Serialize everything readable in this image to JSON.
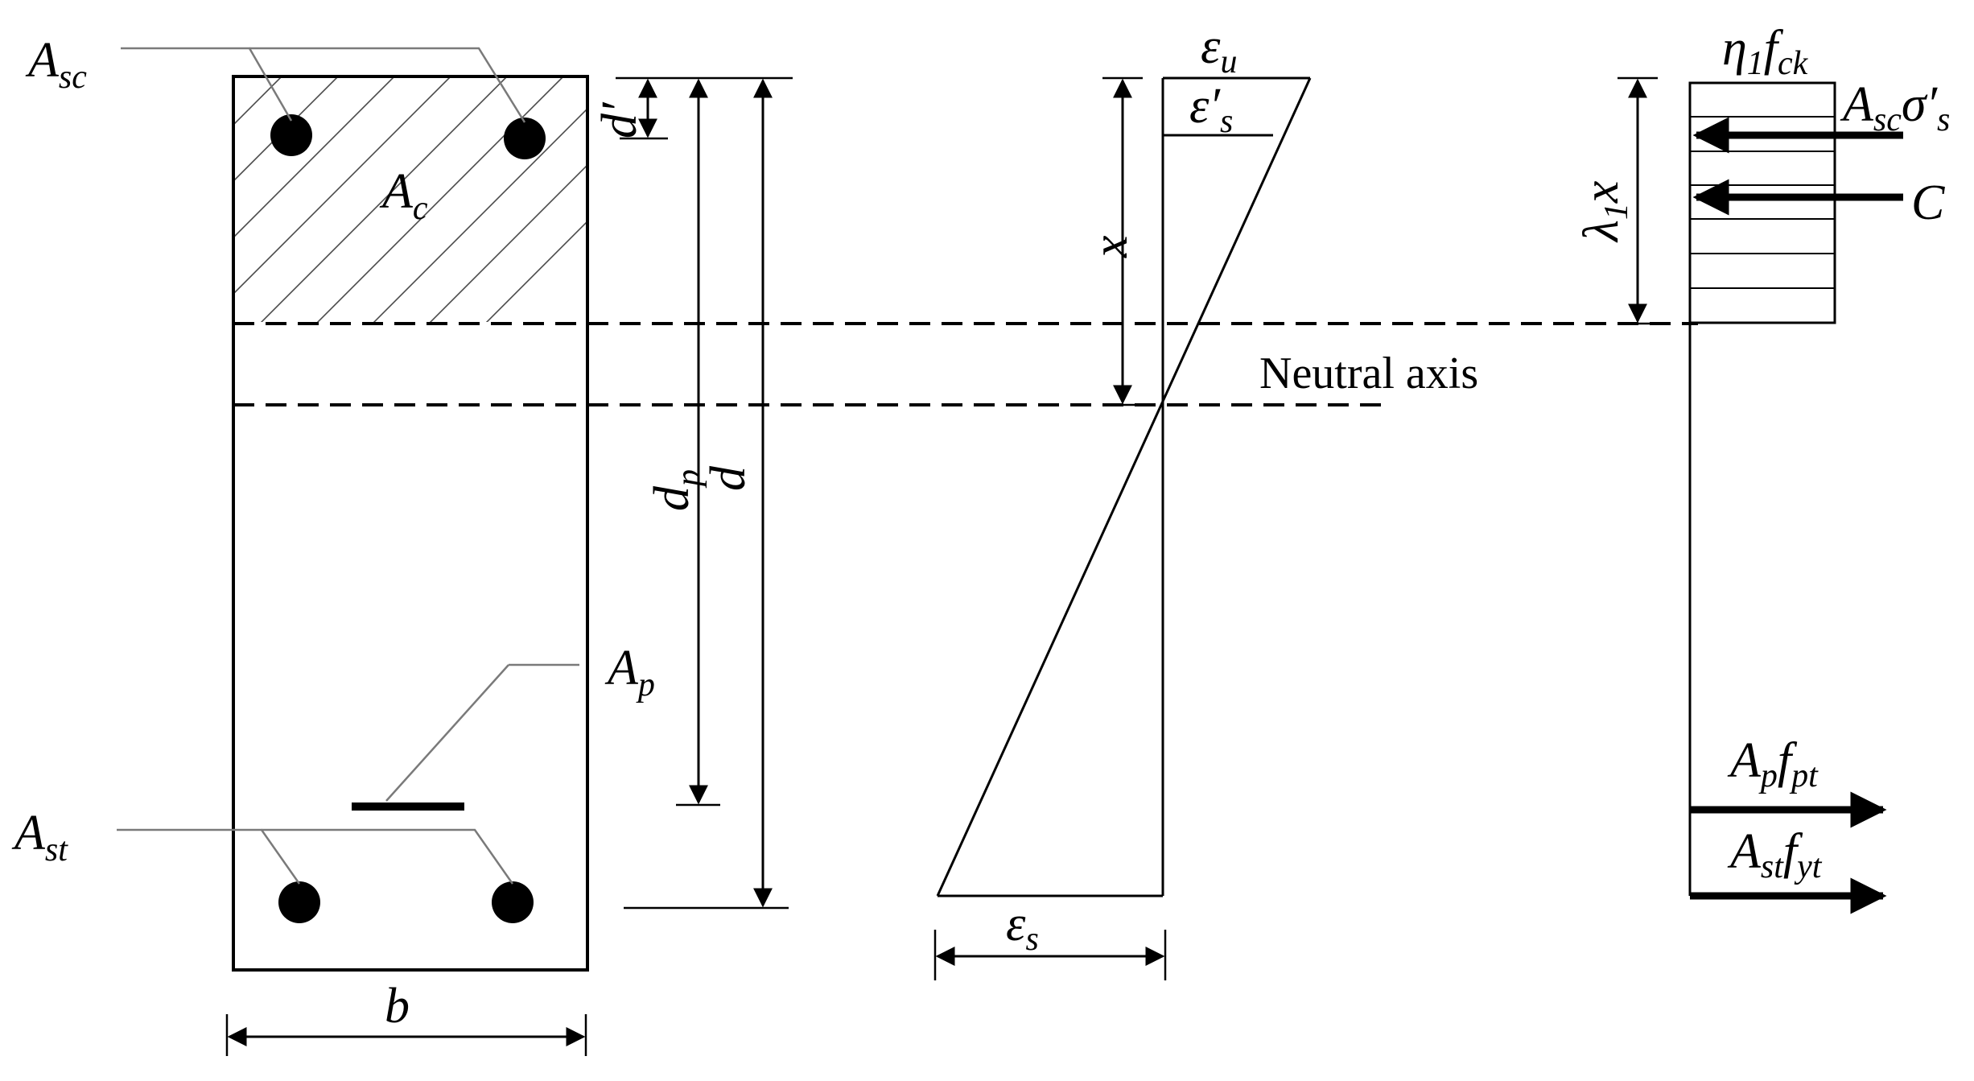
{
  "labels": {
    "asc": {
      "main": "A",
      "sub": "sc"
    },
    "ac": {
      "main": "A",
      "sub": "c"
    },
    "ap": {
      "main": "A",
      "sub": "p"
    },
    "ast": {
      "main": "A",
      "sub": "st"
    },
    "b": "b",
    "d_prime": "d′",
    "dp": {
      "main": "d",
      "sub": "p"
    },
    "d": "d",
    "x": "x",
    "eps_u": {
      "main": "ε",
      "sub": "u"
    },
    "eps_s_prime": {
      "main": "ε′",
      "sub": "s"
    },
    "eps_s": {
      "main": "ε",
      "sub": "s"
    },
    "neutral_axis": "Neutral axis",
    "eta_fck": {
      "main": "η",
      "sub1": "1",
      "main2": "f",
      "sub2": "ck"
    },
    "lambda_x": {
      "main": "λ",
      "sub": "1",
      "main2": "x"
    },
    "asc_sigma": {
      "main": "A",
      "sub": "sc",
      "main2": "σ′",
      "sub2": "s"
    },
    "c": "C",
    "ap_fpt": {
      "main": "A",
      "sub": "p",
      "main2": "f",
      "sub2": "pt"
    },
    "ast_fyt": {
      "main": "A",
      "sub": "st",
      "main2": "f",
      "sub2": "yt"
    }
  },
  "colors": {
    "line": "#000000",
    "hatch": "#4a4a4a",
    "leader": "#7a7a7a"
  }
}
